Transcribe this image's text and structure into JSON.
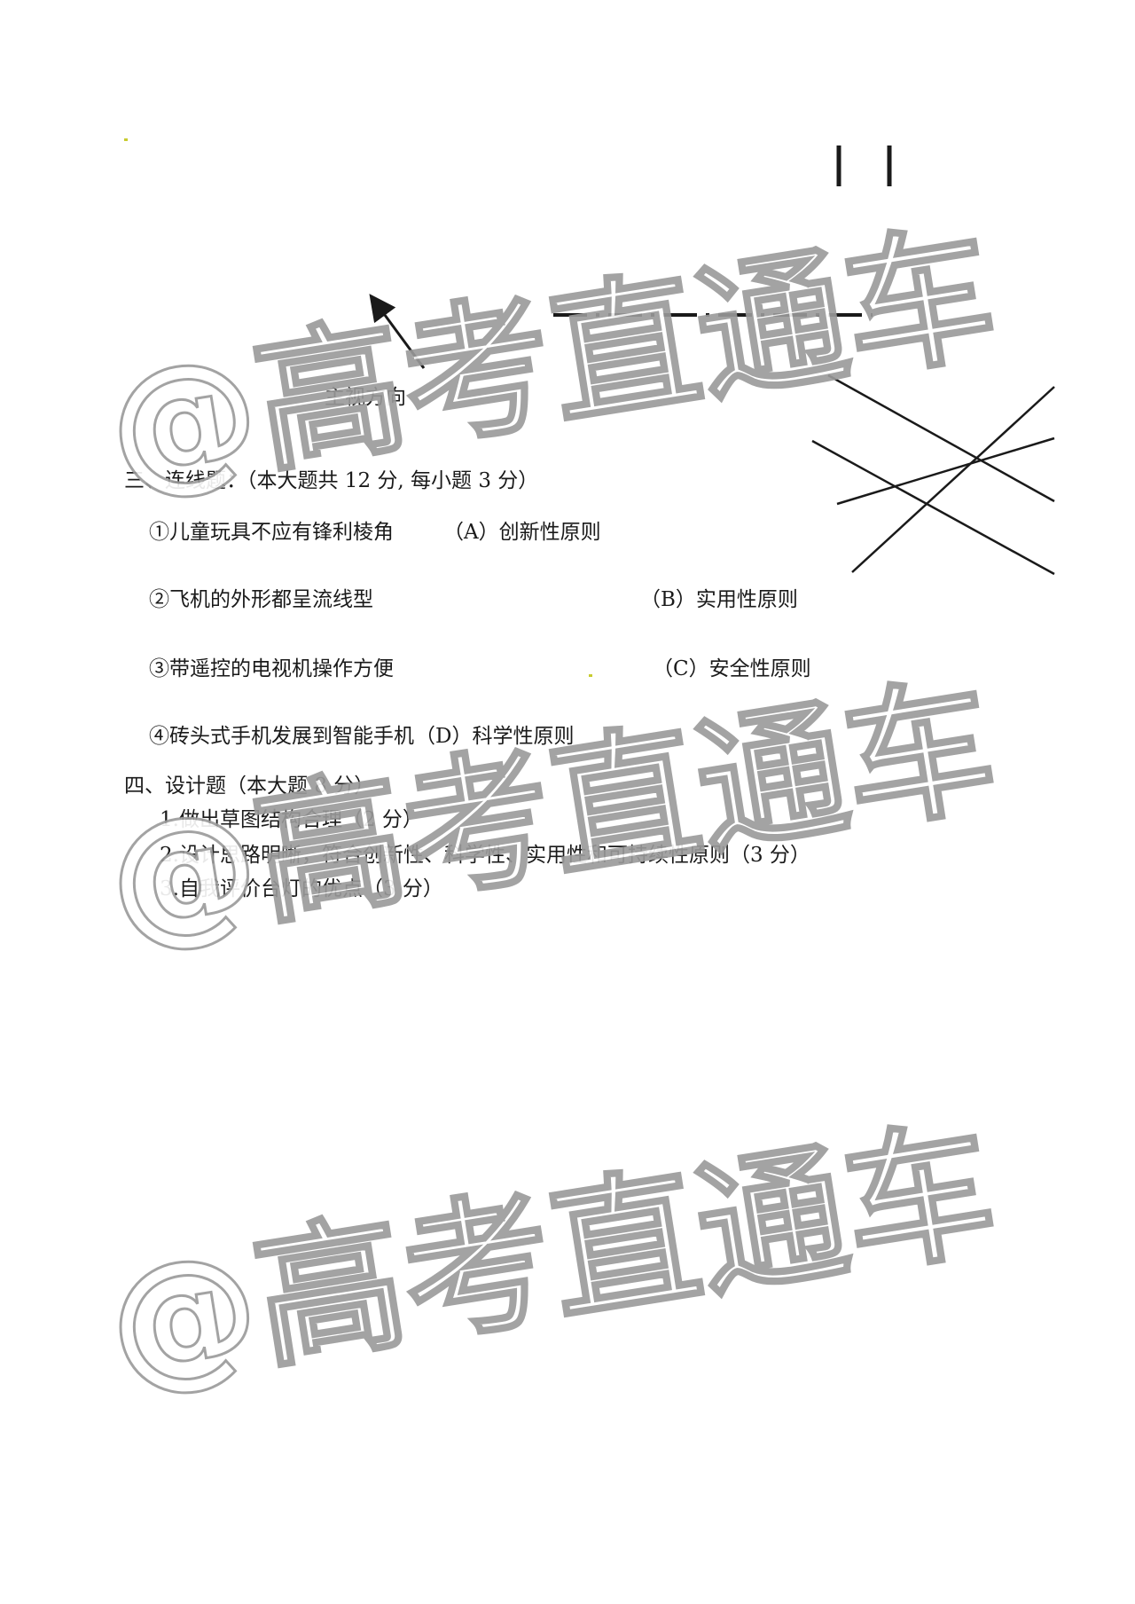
{
  "figure": {
    "view_direction_label": "主视方向"
  },
  "section3": {
    "heading": "三、连线题：（本大题共 12 分, 每小题 3 分）",
    "left_items": [
      "①儿童玩具不应有锋利棱角",
      "②飞机的外形都呈流线型",
      "③带遥控的电视机操作方便",
      "④砖头式手机发展到智能手机"
    ],
    "right_items": [
      "（A）创新性原则",
      "（B）实用性原则",
      "（C）安全性原则",
      "（D）科学性原则"
    ]
  },
  "section4": {
    "heading": "四、设计题（本大题 8 分）",
    "items": [
      "1.做出草图结构合理（2 分）",
      "2.设计思路明晰，符合创新性、科学性、实用性和可持续性原则（3 分）",
      "3.自我评价台灯的优点（3 分）"
    ]
  },
  "watermark": {
    "text": "@高考直通车"
  },
  "colors": {
    "ink": "#1a1a1a",
    "watermark_outline": "#9a9a9a",
    "fleck": "#c8cc30"
  }
}
